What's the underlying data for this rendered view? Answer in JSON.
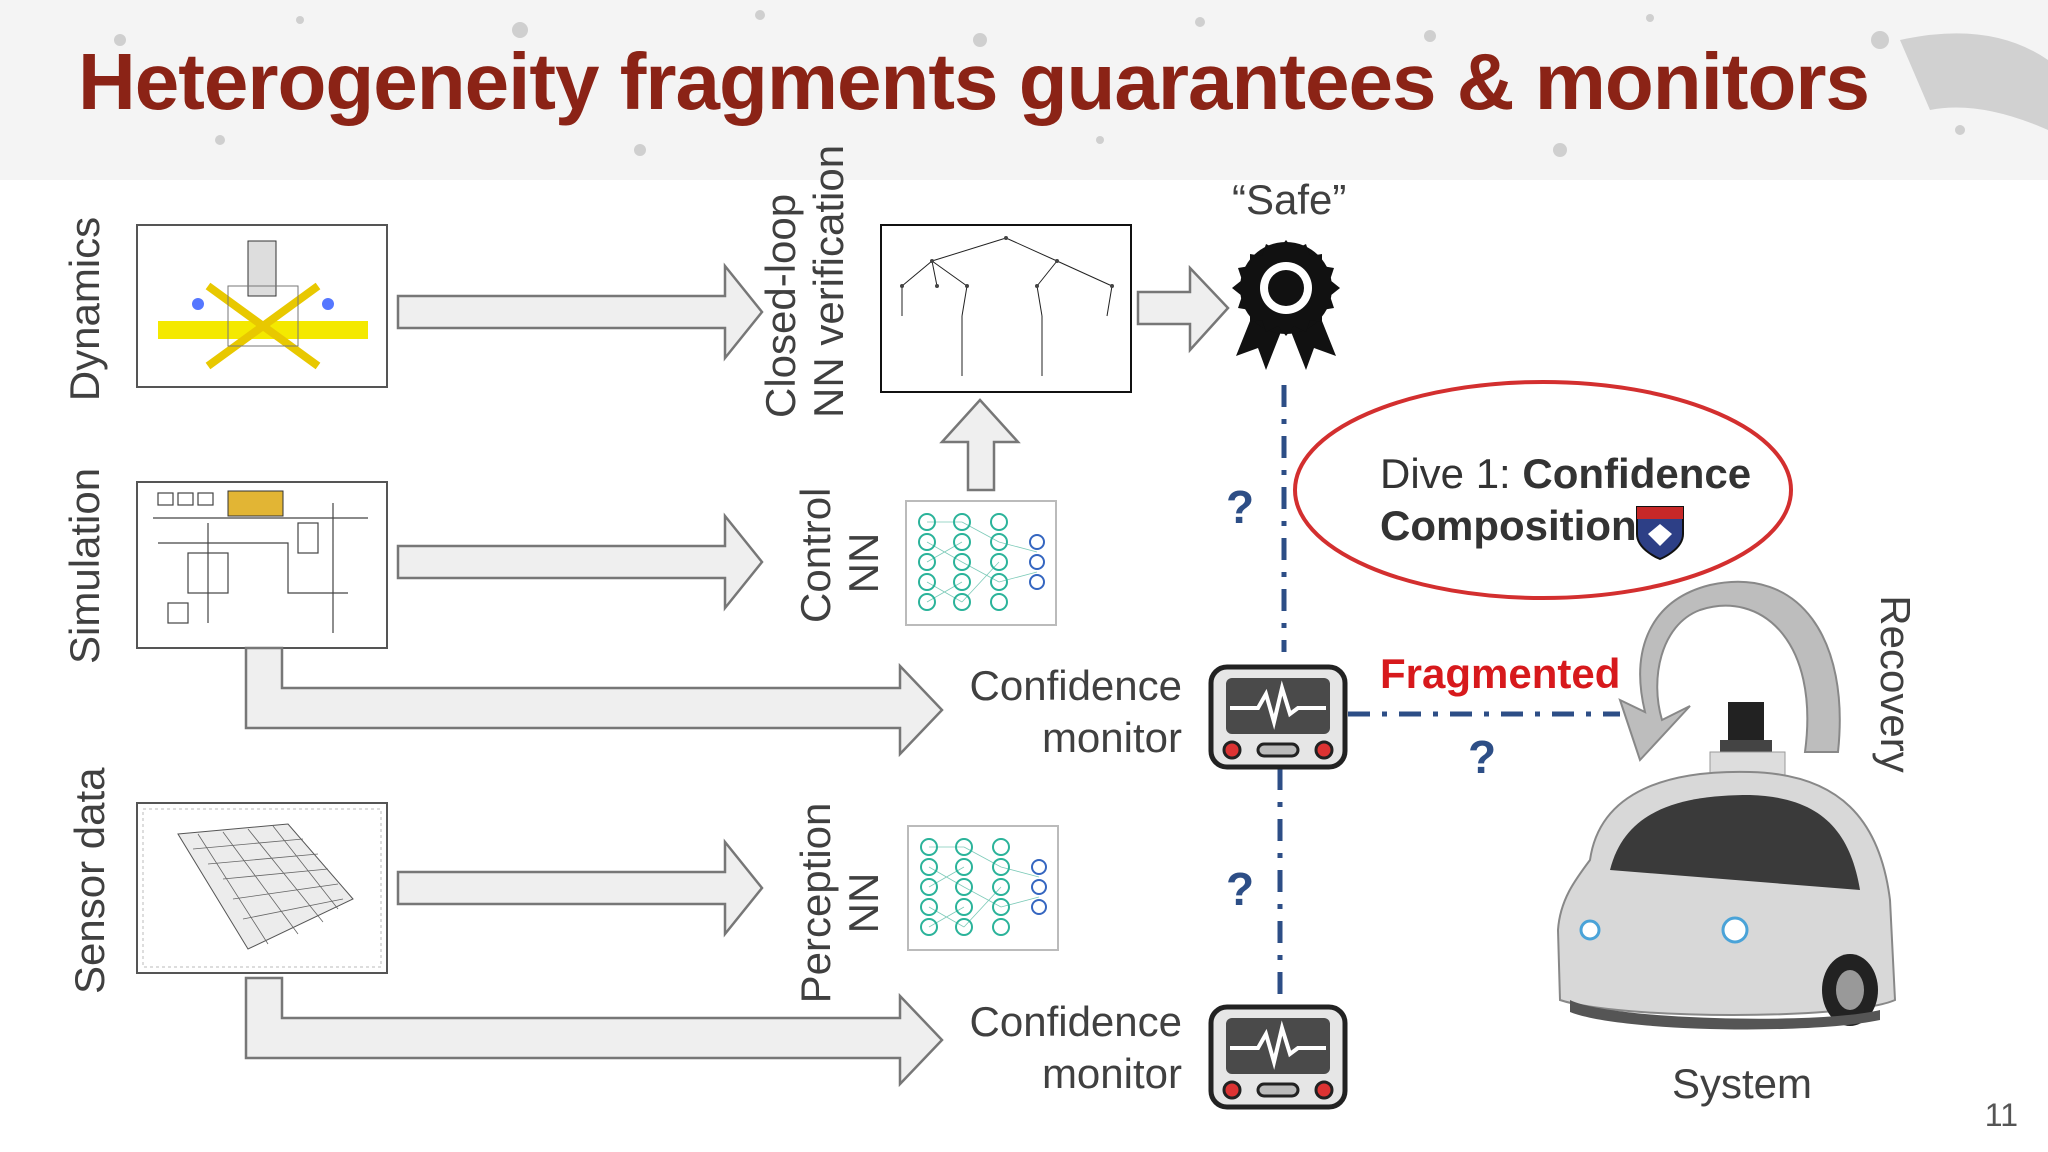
{
  "title": "Heterogeneity fragments guarantees & monitors",
  "rows": {
    "dynamics": "Dynamics",
    "simulation": "Simulation",
    "sensor_data": "Sensor data"
  },
  "nodes": {
    "closed_loop_line1": "Closed-loop",
    "closed_loop_line2": "NN verification",
    "control_line1": "Control",
    "control_line2": "NN",
    "perception_line1": "Perception",
    "perception_line2": "NN",
    "monitor1_line1": "Confidence",
    "monitor1_line2": "monitor",
    "monitor2_line1": "Confidence",
    "monitor2_line2": "monitor"
  },
  "safe_label": "“Safe”",
  "dive": {
    "prefix": "Dive 1: ",
    "bold1": "Confidence",
    "bold2": "Composition"
  },
  "fragmented_label": "Fragmented",
  "question_mark": "?",
  "recovery_label": "Recovery",
  "system_label": "System",
  "page_number": "11",
  "colors": {
    "title": "#8b2316",
    "fragmented": "#d7191c",
    "dashed_line": "#2d4e86",
    "ellipse": "#d32f2f"
  }
}
